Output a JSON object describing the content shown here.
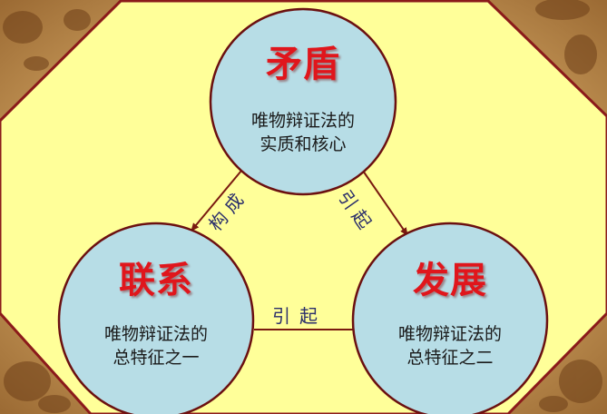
{
  "colors": {
    "background_texture": "#c9a064",
    "octagon_fill": "#ffff99",
    "octagon_border": "#8b1a1a",
    "circle_fill": "#b7dde6",
    "circle_border": "#6b1010",
    "title_red": "#e0161c",
    "label_navy": "#2b2f6b",
    "arrow": "#7a1a10"
  },
  "nodes": {
    "top": {
      "title": "矛盾",
      "desc_line1": "唯物辩证法的",
      "desc_line2": "实质和核心"
    },
    "left": {
      "title": "联系",
      "desc_line1": "唯物辩证法的",
      "desc_line2": "总特征之一"
    },
    "right": {
      "title": "发展",
      "desc_line1": "唯物辩证法的",
      "desc_line2": "总特征之二"
    }
  },
  "edges": {
    "top_to_left": {
      "label": "构成"
    },
    "top_to_right": {
      "label": "引起"
    },
    "left_to_right": {
      "label": "引起"
    }
  }
}
